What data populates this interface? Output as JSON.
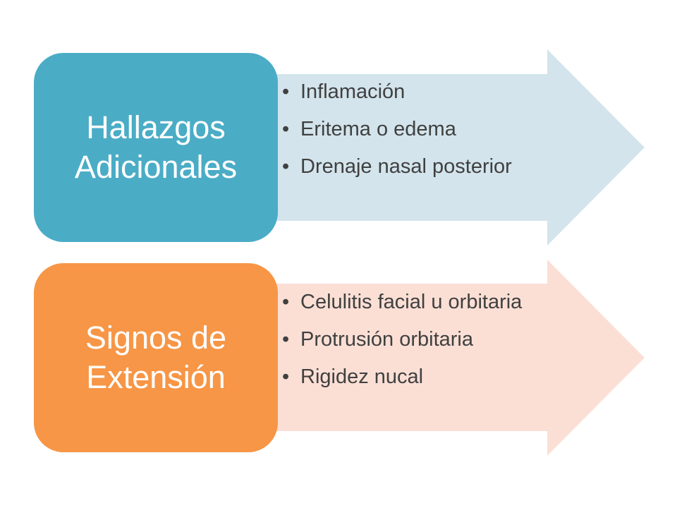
{
  "colors": {
    "group1_box": "#4BACC6",
    "group1_arrow": "#D3E4EC",
    "group2_box": "#F79646",
    "group2_arrow": "#FBDFD5",
    "bullet_text": "#404040"
  },
  "groups": [
    {
      "title_lines": [
        "Hallazgos",
        "Adicionales"
      ],
      "items": [
        "Inflamación",
        "Eritema o edema",
        "Drenaje nasal posterior"
      ]
    },
    {
      "title_lines": [
        "Signos de",
        "Extensión"
      ],
      "items": [
        "Celulitis facial u orbitaria",
        "Protrusión orbitaria",
        "Rigidez nucal"
      ]
    }
  ]
}
